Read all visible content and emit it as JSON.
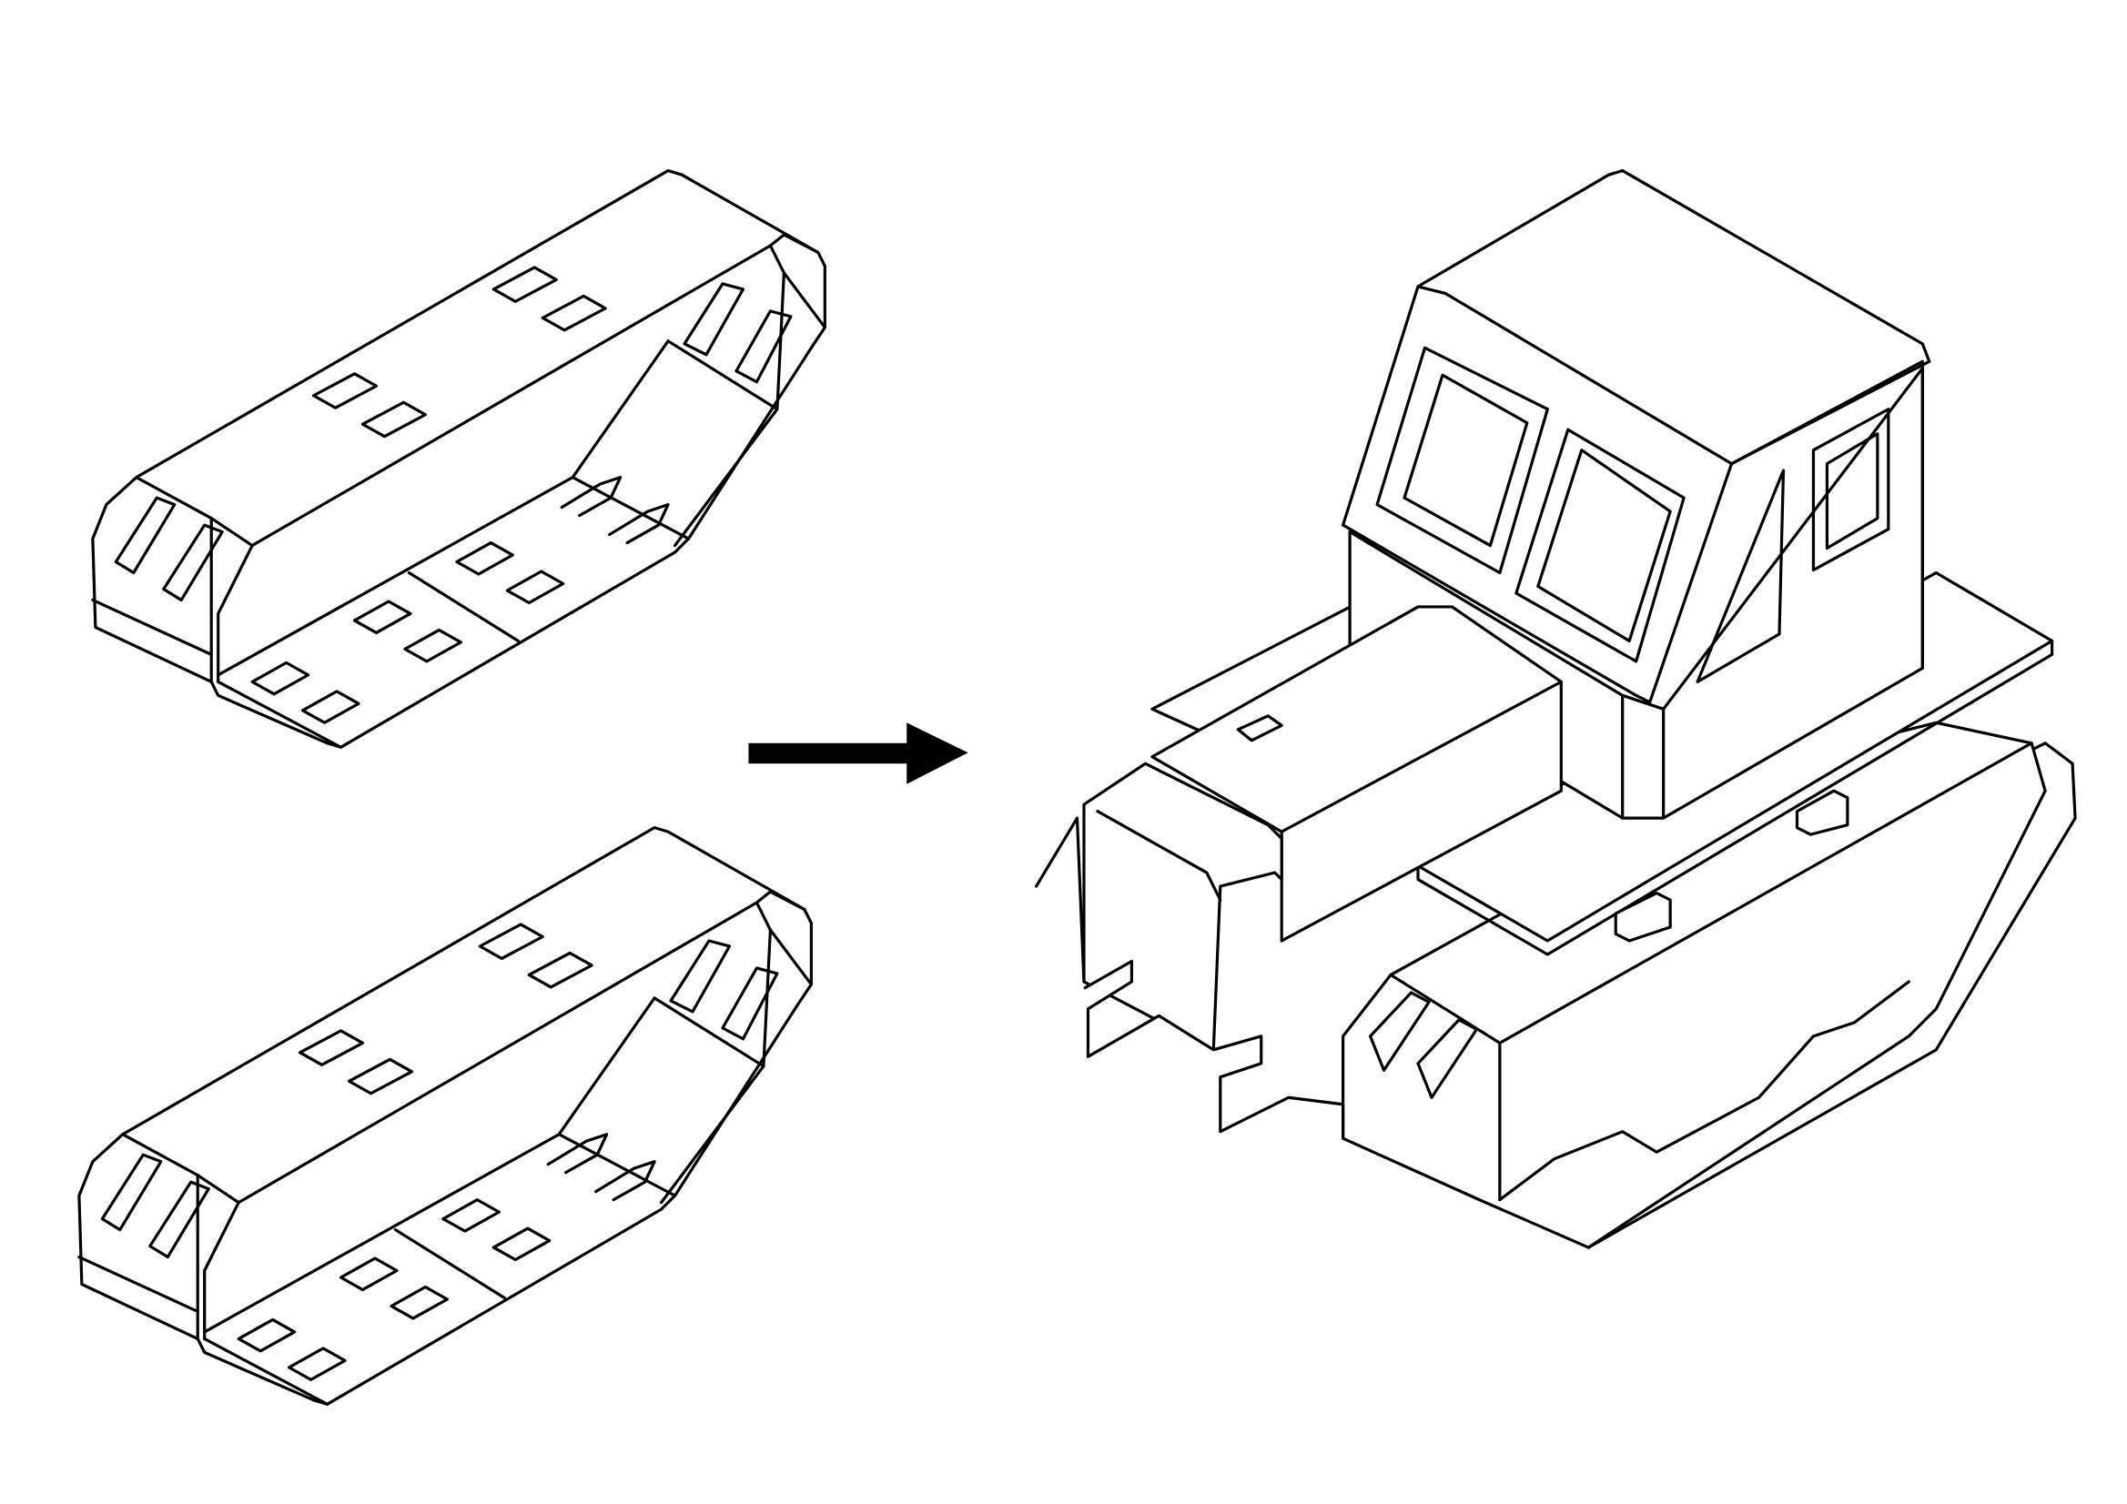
{
  "colors": {
    "stroke": "#000000",
    "background": "#ffffff",
    "arrow": "#000000"
  },
  "diagram": {
    "steps": [
      {
        "name": "left-track-piece"
      },
      {
        "name": "right-track-piece"
      },
      {
        "name": "assembled-bulldozer"
      }
    ],
    "connector": "arrow-right-icon"
  }
}
